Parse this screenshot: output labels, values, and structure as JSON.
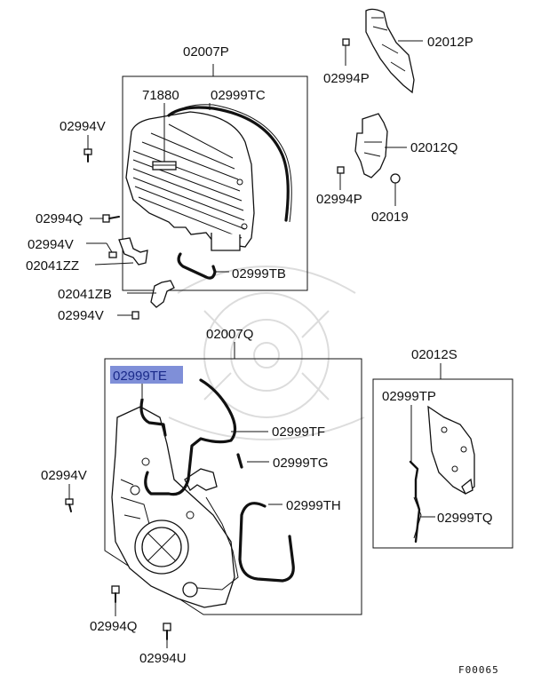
{
  "labels": {
    "l_02007P": "02007P",
    "l_71880": "71880",
    "l_02999TC": "02999TC",
    "l_02994V_1": "02994V",
    "l_02994Q_1": "02994Q",
    "l_02994V_2": "02994V",
    "l_02041ZZ": "02041ZZ",
    "l_02999TB": "02999TB",
    "l_02041ZB": "02041ZB",
    "l_02994V_3": "02994V",
    "l_02012P": "02012P",
    "l_02994P_1": "02994P",
    "l_02012Q": "02012Q",
    "l_02994P_2": "02994P",
    "l_02019": "02019",
    "l_02007Q": "02007Q",
    "l_02999TE": "02999TE",
    "l_02999TF": "02999TF",
    "l_02999TG": "02999TG",
    "l_02999TH": "02999TH",
    "l_02994V_4": "02994V",
    "l_02994Q_2": "02994Q",
    "l_02994U": "02994U",
    "l_02012S": "02012S",
    "l_02999TP": "02999TP",
    "l_02999TQ": "02999TQ"
  },
  "diagram_code": "F00065",
  "highlight_color": "#7f8fd8"
}
